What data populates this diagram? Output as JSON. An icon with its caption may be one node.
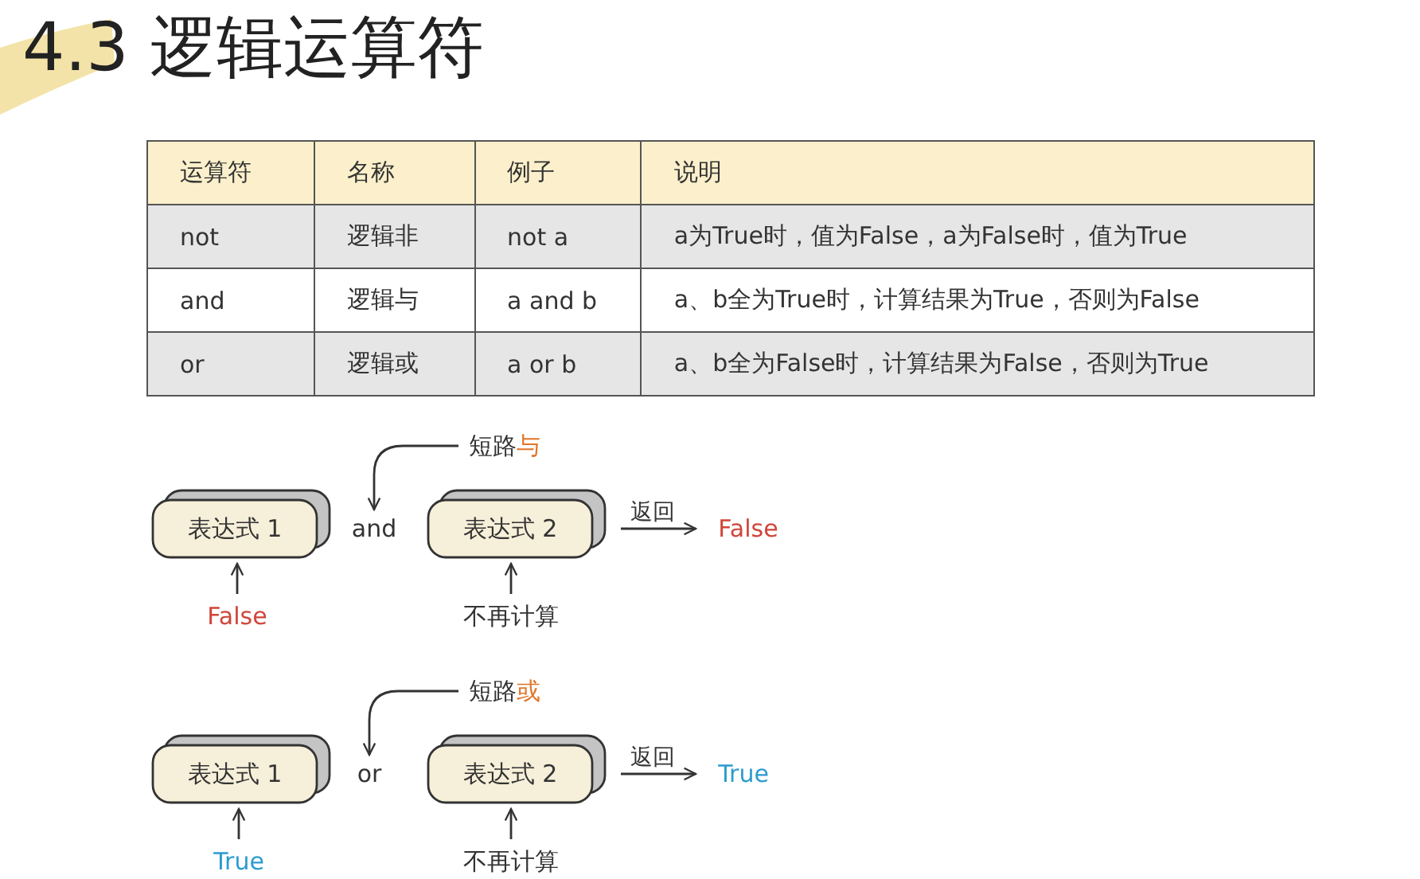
{
  "diagram": {
    "title": "4.3 逻辑运算符",
    "nodes": [
      {
        "text": [
          "表达式 1"
        ]
      },
      {
        "text": [
          "and"
        ]
      },
      {
        "text": [
          "表达式 2"
        ]
      },
      {
        "text": [
          "False"
        ]
      },
      {
        "text": [
          "False"
        ]
      },
      {
        "text": [
          "不再计算"
        ]
      },
      {
        "text": [
          "短路与"
        ]
      },
      {
        "text": [
          "表达式 1"
        ]
      },
      {
        "text": [
          "or"
        ]
      },
      {
        "text": [
          "表达式 2"
        ]
      },
      {
        "text": [
          "True"
        ]
      },
      {
        "text": [
          "True"
        ]
      },
      {
        "text": [
          "不再计算"
        ]
      },
      {
        "text": [
          "短路或"
        ]
      }
    ],
    "edges": [
      {
        "from": 2,
        "to": 3,
        "arrow": "to",
        "label": "返回"
      },
      {
        "from": 4,
        "to": 0,
        "arrow": "to"
      },
      {
        "from": 5,
        "to": 2,
        "arrow": "to"
      },
      {
        "from": 6,
        "to": 1,
        "arrow": "to"
      },
      {
        "from": 9,
        "to": 10,
        "arrow": "to",
        "label": "返回"
      },
      {
        "from": 11,
        "to": 7,
        "arrow": "to"
      },
      {
        "from": 12,
        "to": 9,
        "arrow": "to"
      },
      {
        "from": 13,
        "to": 8,
        "arrow": "to"
      }
    ],
    "labels": [
      "运算符",
      "名称",
      "例子",
      "说明",
      "not",
      "逻辑非",
      "not a",
      "a为True时，值为False，a为False时，值为True",
      "and",
      "逻辑与",
      "a and b",
      "a、b全为True时，计算结果为True，否则为False",
      "or",
      "逻辑或",
      "a or b",
      "a、b全为False时，计算结果为False，否则为True"
    ]
  }
}
